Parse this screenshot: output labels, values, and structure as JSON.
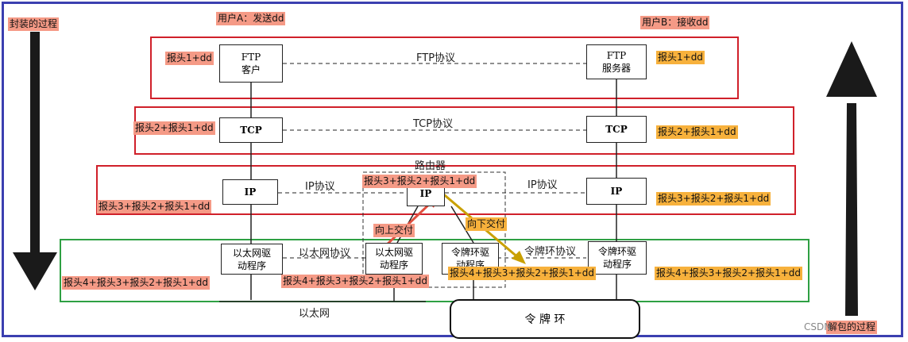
{
  "labels": {
    "encap_process": "封装的过程",
    "user_a": "用户A：发送dd",
    "user_b": "用户B：接收dd",
    "decap_process": "解包的过程",
    "watermark": "CSDN"
  },
  "boxes": {
    "ftp_client": [
      "FTP",
      "客户"
    ],
    "ftp_server": [
      "FTP",
      "服务器"
    ],
    "tcp_left": "TCP",
    "tcp_right": "TCP",
    "ip_left": "IP",
    "ip_right": "IP",
    "router_ip": "IP",
    "eth_driver_left": [
      "以太网驱",
      "动程序"
    ],
    "eth_driver_router": [
      "以太网驱",
      "动程序"
    ],
    "token_driver_router": [
      "令牌环驱",
      "动程序"
    ],
    "token_driver_right": [
      "令牌环驱",
      "动程序"
    ],
    "token_ring": "令 牌 环"
  },
  "protocols": {
    "ftp": "FTP协议",
    "tcp": "TCP协议",
    "ip_left": "IP协议",
    "ip_right": "IP协议",
    "ethernet": "以太网协议",
    "token_ring": "令牌环协议",
    "router": "路由器",
    "ethernet_net": "以太网"
  },
  "headers": {
    "ftp_left": "报头1+dd",
    "ftp_right": "报头1+dd",
    "tcp_left": "报头2+报头1+dd",
    "tcp_right": "报头2+报头1+dd",
    "ip_left": "报头3+报头2+报头1+dd",
    "ip_right": "报头3+报头2+报头1+dd",
    "ip_router": "报头3+报头2+报头1+dd",
    "link_left": "报头4+报头3+报头2+报头1+dd",
    "link_router_eth": "报头4+报头3+报头2+报头1+dd",
    "link_router_token": "报头4+报头3+报头2+报头1+dd",
    "link_right": "报头4+报头3+报头2+报头1+dd"
  },
  "arrows": {
    "deliver_up": "向上交付",
    "deliver_down": "向下交付"
  },
  "colors": {
    "frame": "#3b3fb0",
    "layer_red": "#d0202a",
    "layer_green": "#2ea043",
    "tag_salmon": "#f59a86",
    "tag_orange": "#f7b13c",
    "arrow_up": "#e05040",
    "arrow_down": "#c9a000"
  }
}
